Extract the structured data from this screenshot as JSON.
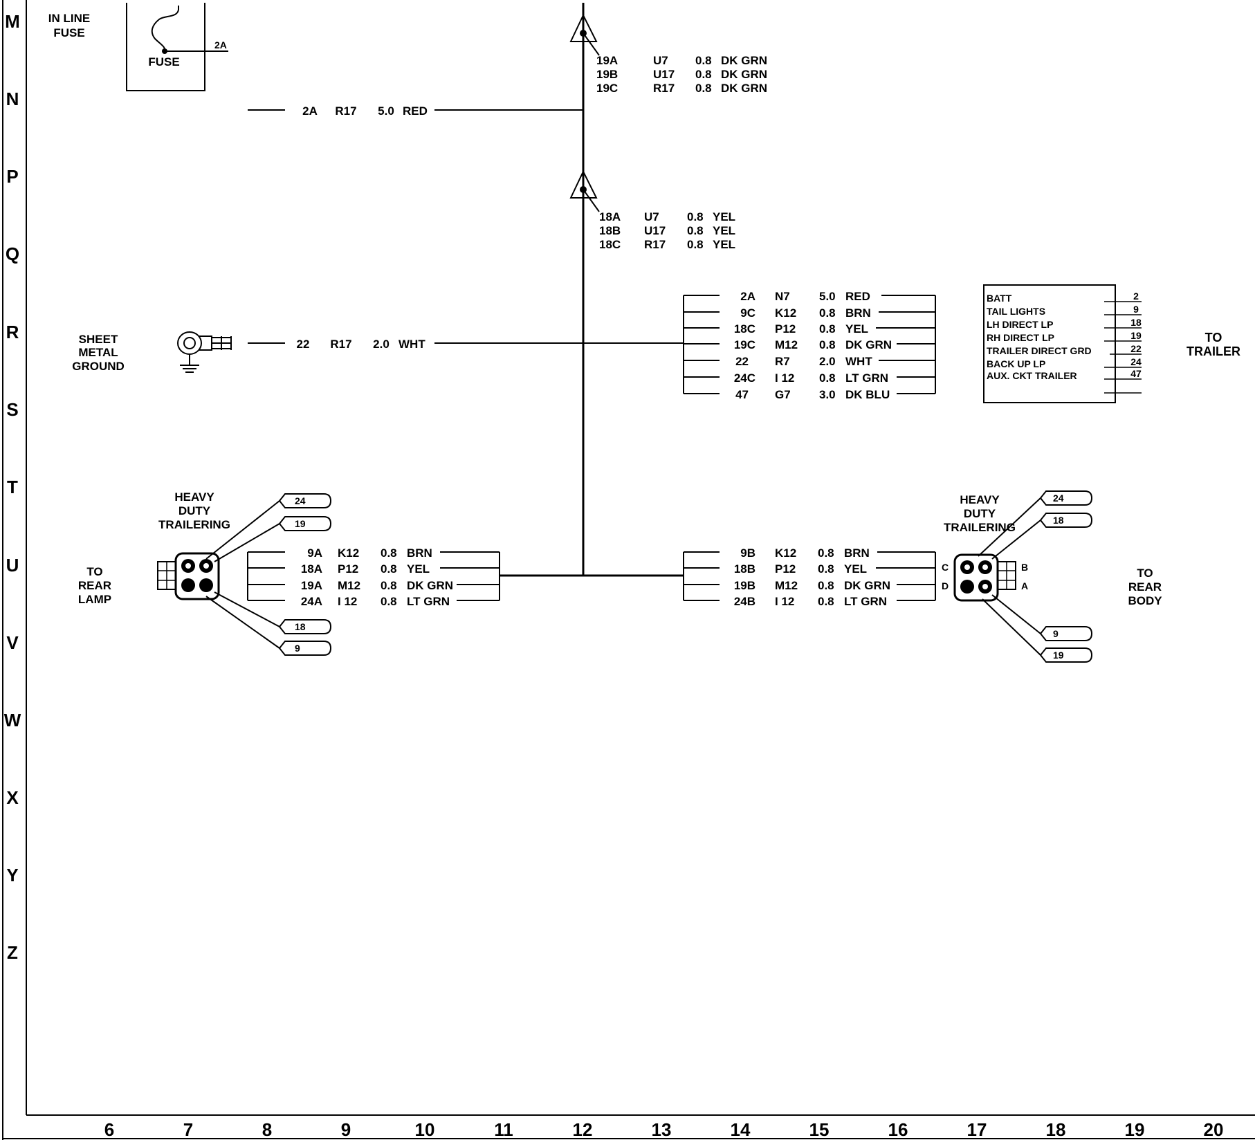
{
  "grid": {
    "rows": [
      "M",
      "N",
      "P",
      "Q",
      "R",
      "S",
      "T",
      "U",
      "V",
      "W",
      "X",
      "Y",
      "Z"
    ],
    "cols": [
      "6",
      "7",
      "8",
      "9",
      "10",
      "11",
      "12",
      "13",
      "14",
      "15",
      "16",
      "17",
      "18",
      "19",
      "20"
    ]
  },
  "fuse": {
    "title_1": "IN LINE",
    "title_2": "FUSE",
    "label": "FUSE",
    "wire": "2A"
  },
  "feed_wire": {
    "circuit": "2A",
    "code": "R17",
    "gauge": "5.0",
    "color": "RED"
  },
  "splice_1": [
    {
      "circuit": "19A",
      "code": "U7",
      "gauge": "0.8",
      "color": "DK GRN"
    },
    {
      "circuit": "19B",
      "code": "U17",
      "gauge": "0.8",
      "color": "DK GRN"
    },
    {
      "circuit": "19C",
      "code": "R17",
      "gauge": "0.8",
      "color": "DK GRN"
    }
  ],
  "splice_2": [
    {
      "circuit": "18A",
      "code": "U7",
      "gauge": "0.8",
      "color": "YEL"
    },
    {
      "circuit": "18B",
      "code": "U17",
      "gauge": "0.8",
      "color": "YEL"
    },
    {
      "circuit": "18C",
      "code": "R17",
      "gauge": "0.8",
      "color": "YEL"
    }
  ],
  "ground": {
    "label_1": "SHEET",
    "label_2": "METAL",
    "label_3": "GROUND",
    "wire": {
      "circuit": "22",
      "code": "R17",
      "gauge": "2.0",
      "color": "WHT"
    }
  },
  "trailer_bundle": [
    {
      "circuit": "2A",
      "code": "N7",
      "gauge": "5.0",
      "color": "RED"
    },
    {
      "circuit": "9C",
      "code": "K12",
      "gauge": "0.8",
      "color": "BRN"
    },
    {
      "circuit": "18C",
      "code": "P12",
      "gauge": "0.8",
      "color": "YEL"
    },
    {
      "circuit": "19C",
      "code": "M12",
      "gauge": "0.8",
      "color": "DK GRN"
    },
    {
      "circuit": "22",
      "code": "R7",
      "gauge": "2.0",
      "color": "WHT"
    },
    {
      "circuit": "24C",
      "code": "I 12",
      "gauge": "0.8",
      "color": "LT GRN"
    },
    {
      "circuit": "47",
      "code": "G7",
      "gauge": "3.0",
      "color": "DK BLU"
    }
  ],
  "trailer_connector": {
    "pins": [
      {
        "name": "BATT",
        "num": "2"
      },
      {
        "name": "TAIL  LIGHTS",
        "num": "9"
      },
      {
        "name": "LH  DIRECT  LP",
        "num": "18"
      },
      {
        "name": "RH  DIRECT  LP",
        "num": "19"
      },
      {
        "name": "TRAILER DIRECT GRD",
        "num": "22"
      },
      {
        "name": "BACK  UP  LP",
        "num": "24"
      },
      {
        "name": "AUX. CKT  TRAILER",
        "num": "47"
      }
    ],
    "dest_1": "TO",
    "dest_2": "TRAILER"
  },
  "left_connector": {
    "title_1": "HEAVY",
    "title_2": "DUTY",
    "title_3": "TRAILERING",
    "dest_1": "TO",
    "dest_2": "REAR",
    "dest_3": "LAMP",
    "tags": [
      "24",
      "19",
      "18",
      "9"
    ]
  },
  "left_bundle": [
    {
      "circuit": "9A",
      "code": "K12",
      "gauge": "0.8",
      "color": "BRN"
    },
    {
      "circuit": "18A",
      "code": "P12",
      "gauge": "0.8",
      "color": "YEL"
    },
    {
      "circuit": "19A",
      "code": "M12",
      "gauge": "0.8",
      "color": "DK GRN"
    },
    {
      "circuit": "24A",
      "code": "I 12",
      "gauge": "0.8",
      "color": "LT GRN"
    }
  ],
  "right_connector": {
    "title_1": "HEAVY",
    "title_2": "DUTY",
    "title_3": "TRAILERING",
    "dest_1": "TO",
    "dest_2": "REAR",
    "dest_3": "BODY",
    "tags": [
      "24",
      "18",
      "9",
      "19"
    ],
    "pin_b": "B",
    "pin_a": "A",
    "pin_c": "C",
    "pin_d": "D"
  },
  "right_bundle": [
    {
      "circuit": "9B",
      "code": "K12",
      "gauge": "0.8",
      "color": "BRN"
    },
    {
      "circuit": "18B",
      "code": "P12",
      "gauge": "0.8",
      "color": "YEL"
    },
    {
      "circuit": "19B",
      "code": "M12",
      "gauge": "0.8",
      "color": "DK GRN"
    },
    {
      "circuit": "24B",
      "code": "I 12",
      "gauge": "0.8",
      "color": "LT GRN"
    }
  ]
}
